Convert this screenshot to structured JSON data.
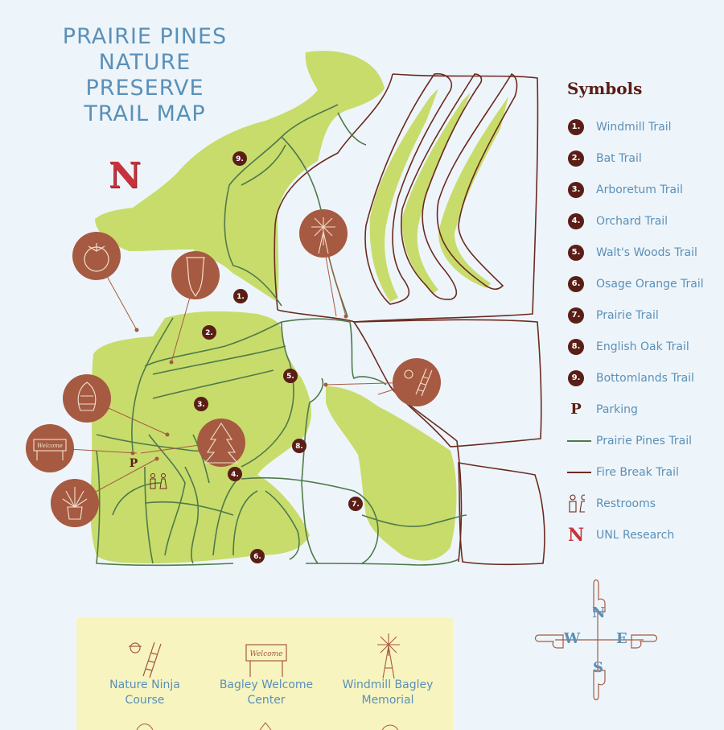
{
  "title": {
    "line1": "PRAIRIE PINES",
    "line2": "NATURE PRESERVE",
    "line3": "TRAIL MAP"
  },
  "unl_logo": "N",
  "legend": {
    "title": "Symbols",
    "trails": [
      {
        "num": "1.",
        "label": "Windmill Trail"
      },
      {
        "num": "2.",
        "label": "Bat Trail"
      },
      {
        "num": "3.",
        "label": "Arboretum Trail"
      },
      {
        "num": "4.",
        "label": "Orchard Trail"
      },
      {
        "num": "5.",
        "label": "Walt's Woods Trail"
      },
      {
        "num": "6.",
        "label": "Osage Orange Trail"
      },
      {
        "num": "7.",
        "label": "Prairie Trail"
      },
      {
        "num": "8.",
        "label": "English Oak Trail"
      },
      {
        "num": "9.",
        "label": "Bottomlands Trail"
      }
    ],
    "parking": {
      "symbol": "P",
      "label": "Parking"
    },
    "prairie_pines_trail": {
      "label": "Prairie Pines Trail",
      "color": "#4f7a4a"
    },
    "fire_break_trail": {
      "label": "Fire Break Trail",
      "color": "#6b2a20"
    },
    "restrooms": {
      "label": "Restrooms"
    },
    "unl_research": {
      "symbol": "N",
      "label": "UNL Research"
    }
  },
  "map": {
    "pins": [
      "1.",
      "2.",
      "3.",
      "4.",
      "5.",
      "6.",
      "7.",
      "8.",
      "9."
    ],
    "parking": "P",
    "colors": {
      "green": "#c8dc6c",
      "trail": "#4f7a4a",
      "firebreak": "#6b2a20",
      "callout": "#a65a42"
    }
  },
  "features": [
    {
      "line1": "Nature Ninja",
      "line2": "Course",
      "icon": "ladder-ninja-icon"
    },
    {
      "line1": "Bagley Welcome",
      "line2": "Center",
      "icon": "welcome-sign-icon"
    },
    {
      "line1": "Windmill Bagley",
      "line2": "Memorial",
      "icon": "windmill-icon"
    }
  ],
  "welcome_sign": "Welcome",
  "compass": {
    "n": "N",
    "s": "S",
    "e": "E",
    "w": "W"
  }
}
